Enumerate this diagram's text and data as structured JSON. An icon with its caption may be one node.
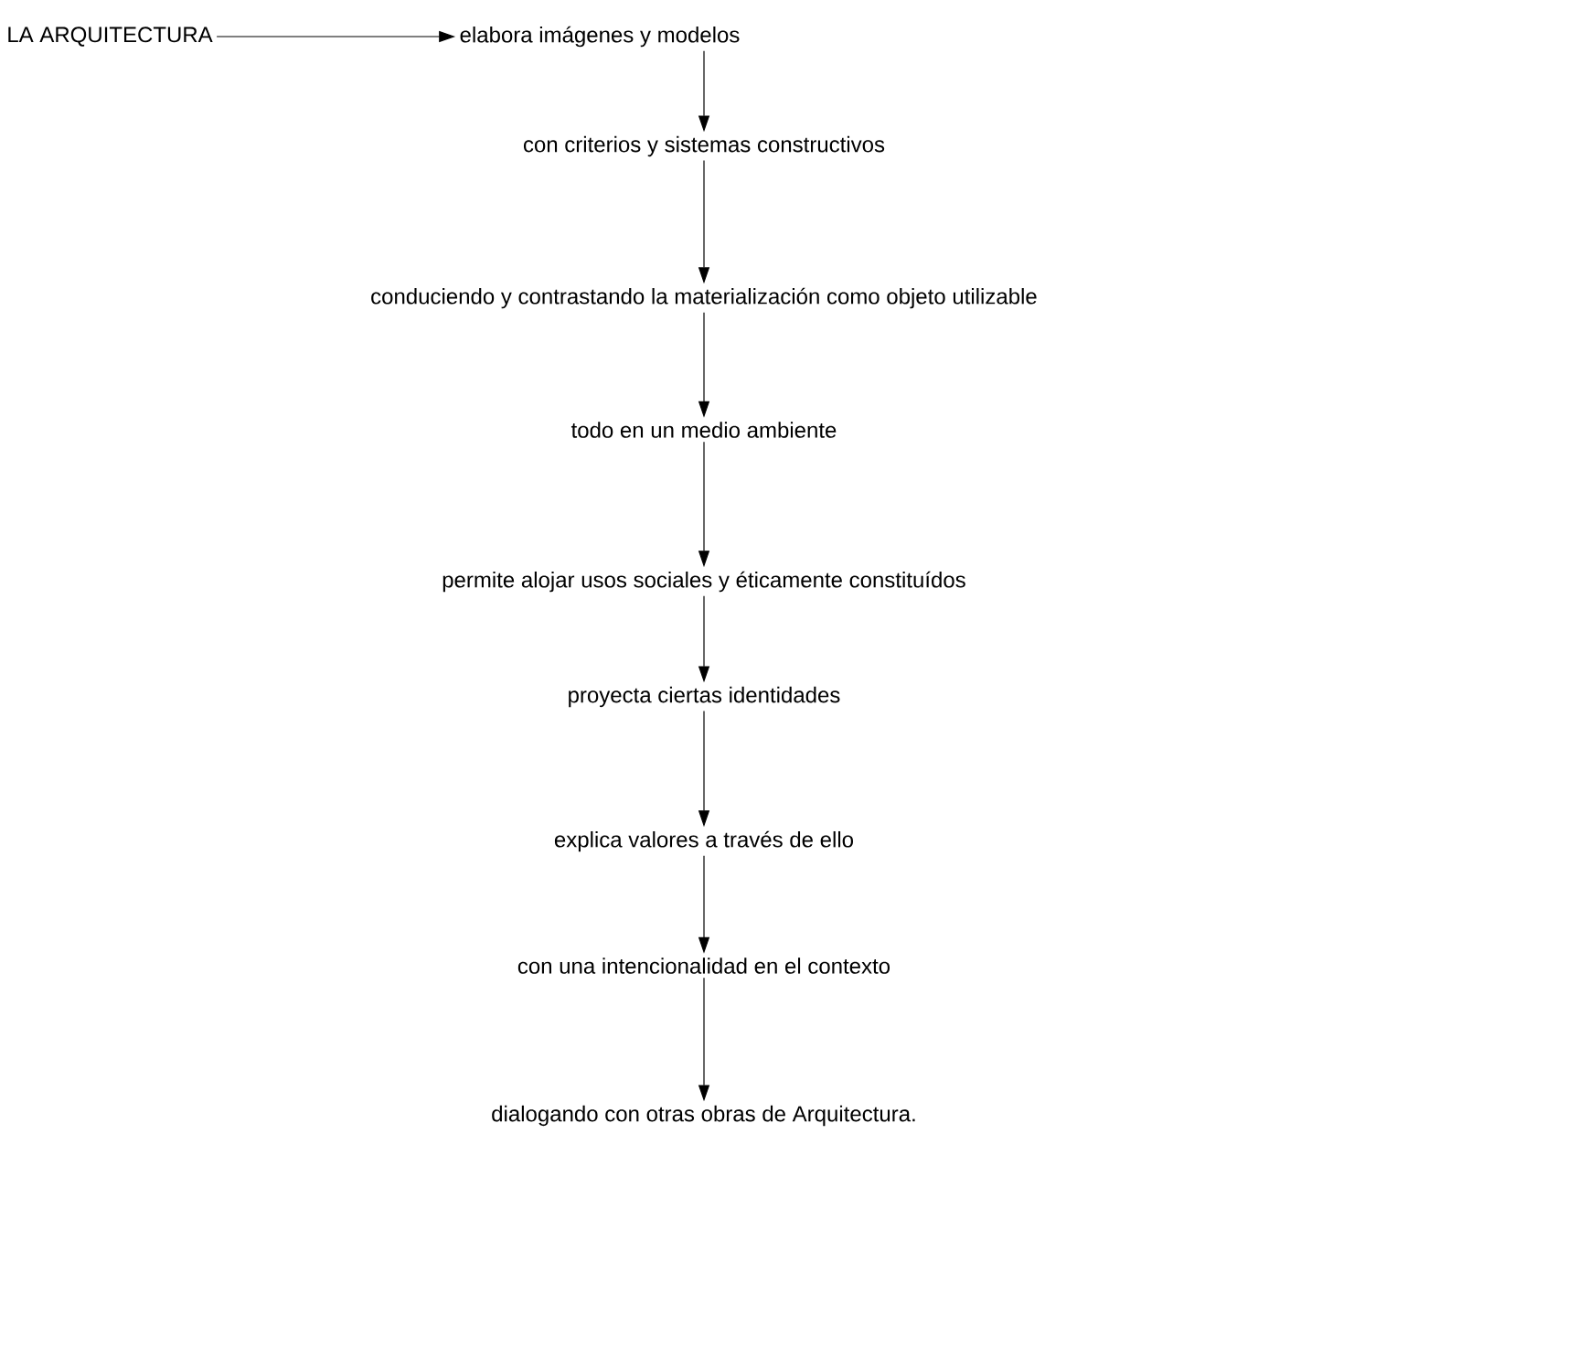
{
  "diagram": {
    "nodes": [
      {
        "text": [
          "LA ARQUITECTURA"
        ]
      },
      {
        "text": [
          "elabora imágenes y modelos"
        ]
      },
      {
        "text": [
          "con criterios y sistemas constructivos"
        ]
      },
      {
        "text": [
          "conduciendo y contrastando la materialización como objeto utilizable"
        ]
      },
      {
        "text": [
          "todo en un medio ambiente"
        ]
      },
      {
        "text": [
          "permite alojar usos sociales y éticamente constituídos"
        ]
      },
      {
        "text": [
          "proyecta ciertas identidades"
        ]
      },
      {
        "text": [
          "explica valores a través de ello"
        ]
      },
      {
        "text": [
          "con una intencionalidad en el contexto"
        ]
      },
      {
        "text": [
          "dialogando con otras obras de Arquitectura."
        ]
      }
    ],
    "edges": [
      {
        "from": 0,
        "to": 1,
        "arrow": "to"
      },
      {
        "from": 1,
        "to": 2,
        "arrow": "to"
      },
      {
        "from": 2,
        "to": 3,
        "arrow": "to"
      },
      {
        "from": 3,
        "to": 4,
        "arrow": "to"
      },
      {
        "from": 4,
        "to": 5,
        "arrow": "to"
      },
      {
        "from": 5,
        "to": 6,
        "arrow": "to"
      },
      {
        "from": 6,
        "to": 7,
        "arrow": "to"
      },
      {
        "from": 7,
        "to": 8,
        "arrow": "to"
      },
      {
        "from": 8,
        "to": 9,
        "arrow": "to"
      }
    ]
  }
}
